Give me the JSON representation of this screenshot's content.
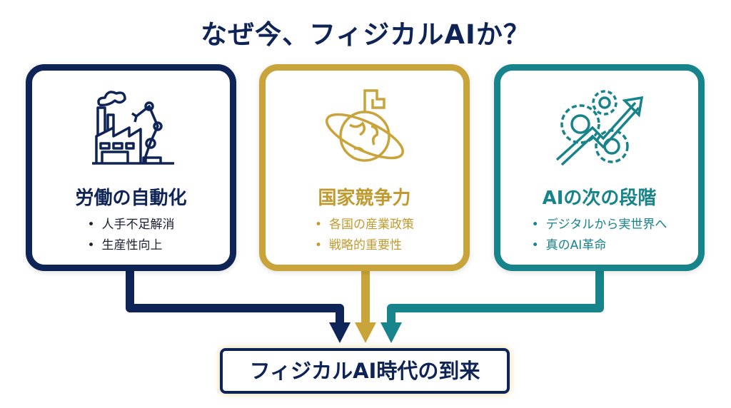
{
  "title": "なぜ今、フィジカルAIか？",
  "cards": [
    {
      "icon": "factory-robot-arm-icon",
      "title": "労働の自動化",
      "bullets": [
        "人手不足解消",
        "生産性向上"
      ],
      "color": "#0f2456"
    },
    {
      "icon": "globe-flag-icon",
      "title": "国家競争力",
      "bullets": [
        "各国の産業政策",
        "戦略的重要性"
      ],
      "color": "#c9a43a"
    },
    {
      "icon": "gears-arrow-icon",
      "title": "AIの次の段階",
      "bullets": [
        "デジタルから実世界へ",
        "真のAI革命"
      ],
      "color": "#17838a"
    }
  ],
  "result": "フィジカルAI時代の到来"
}
